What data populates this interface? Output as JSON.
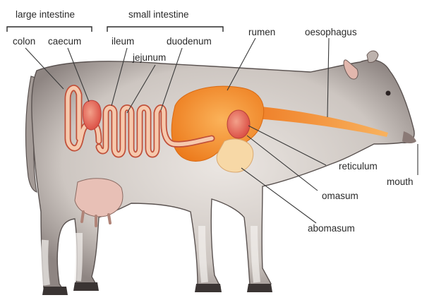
{
  "labels": {
    "large_intestine": "large intestine",
    "small_intestine": "small intestine",
    "colon": "colon",
    "caecum": "caecum",
    "ileum": "ileum",
    "jejunum": "jejunum",
    "duodenum": "duodenum",
    "rumen": "rumen",
    "oesophagus": "oesophagus",
    "reticulum": "reticulum",
    "omasum": "omasum",
    "abomasum": "abomasum",
    "mouth": "mouth"
  },
  "colors": {
    "body": "#c9c2bd",
    "outline": "#5a5250",
    "hoof": "#3a3433",
    "rumen": "#f08a2a",
    "rumen_light": "#f7a24a",
    "intestine": "#f3b79a",
    "intestine_edge": "#c0503a",
    "caecum": "#e86a5a",
    "reticulum": "#e0605a",
    "abomasum": "#f7d8a6",
    "oesophagus": "#f0822a"
  }
}
